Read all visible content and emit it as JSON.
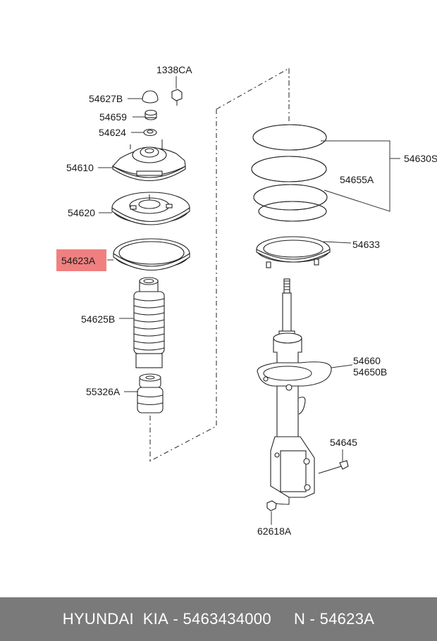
{
  "diagram": {
    "highlight_color": "#f08080",
    "labels": {
      "p1338CA": "1338CA",
      "p54627B": "54627B",
      "p54659": "54659",
      "p54624": "54624",
      "p54610": "54610",
      "p54620": "54620",
      "p54623A": "54623A",
      "p54625B": "54625B",
      "p55326A": "55326A",
      "p54630S": "54630S",
      "p54655A": "54655A",
      "p54633": "54633",
      "p54660": "54660",
      "p54650B": "54650B",
      "p54645": "54645",
      "p62618A": "62618A"
    }
  },
  "footer": {
    "brand": "HYUNDAI  KIA",
    "sep1": " - ",
    "part_number": "5463434000",
    "gap": "     ",
    "n_prefix": "N - ",
    "ref": "54623A"
  }
}
